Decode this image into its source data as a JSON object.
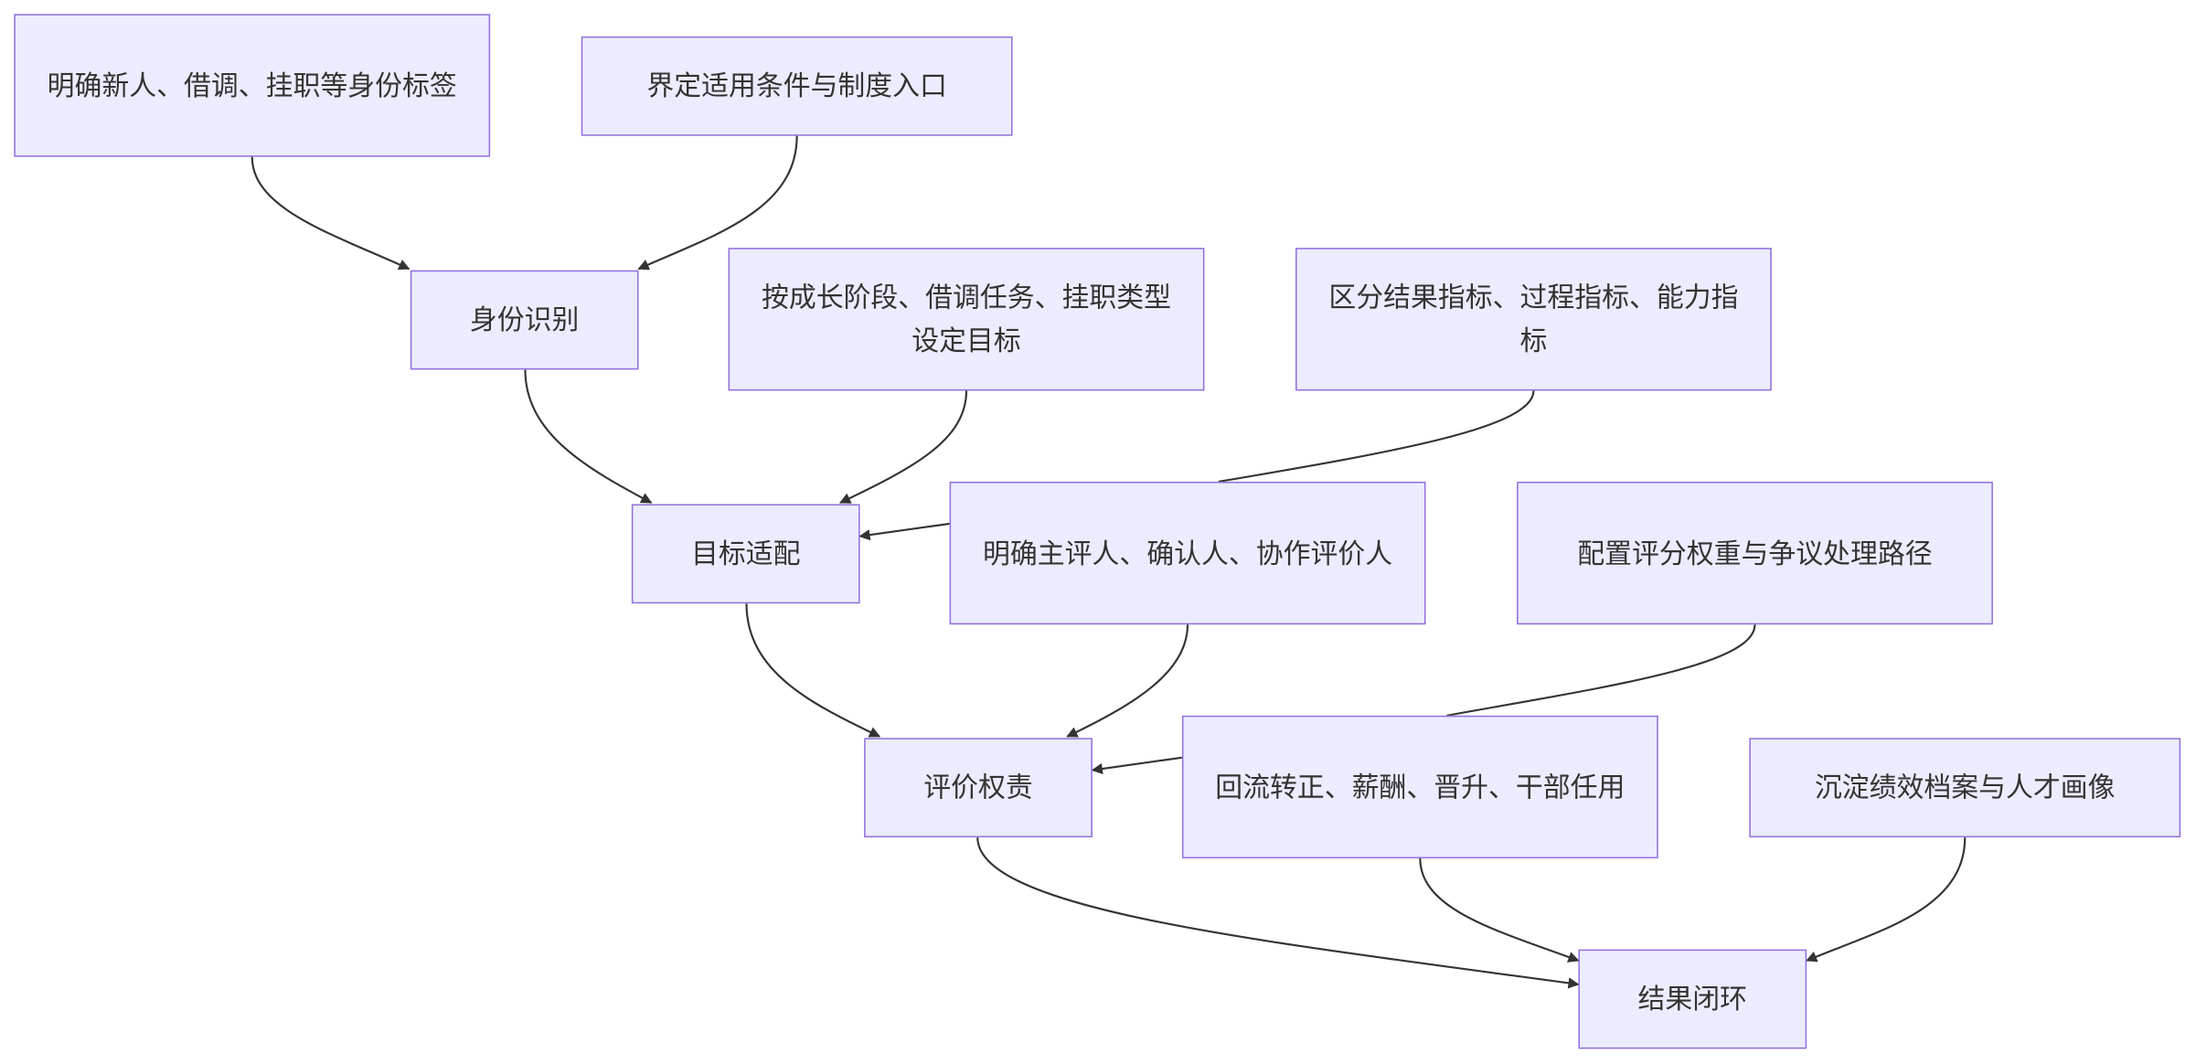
{
  "diagram": {
    "nodes": {
      "identity_tags": "明确新人、借调、挂职等身份标签",
      "scope_entry": "界定适用条件与制度入口",
      "identity_recognition": "身份识别",
      "goal_setting": "按成长阶段、借调任务、挂职类型设定目标",
      "indicator_types": "区分结果指标、过程指标、能力指标",
      "goal_fit": "目标适配",
      "evaluators": "明确主评人、确认人、协作评价人",
      "weights_disputes": "配置评分权重与争议处理路径",
      "evaluation_rights": "评价权责",
      "result_use": "回流转正、薪酬、晋升、干部任用",
      "archive": "沉淀绩效档案与人才画像",
      "closed_loop": "结果闭环"
    },
    "edges": [
      {
        "from": "identity_tags",
        "to": "identity_recognition"
      },
      {
        "from": "scope_entry",
        "to": "identity_recognition"
      },
      {
        "from": "identity_recognition",
        "to": "goal_fit"
      },
      {
        "from": "goal_setting",
        "to": "goal_fit"
      },
      {
        "from": "indicator_types",
        "to": "goal_fit"
      },
      {
        "from": "goal_fit",
        "to": "evaluation_rights"
      },
      {
        "from": "evaluators",
        "to": "evaluation_rights"
      },
      {
        "from": "weights_disputes",
        "to": "evaluation_rights"
      },
      {
        "from": "evaluation_rights",
        "to": "closed_loop"
      },
      {
        "from": "result_use",
        "to": "closed_loop"
      },
      {
        "from": "archive",
        "to": "closed_loop"
      }
    ]
  },
  "colors": {
    "node_fill": "#ececff",
    "node_border": "#9370db",
    "text": "#333333",
    "edge": "#333333"
  }
}
